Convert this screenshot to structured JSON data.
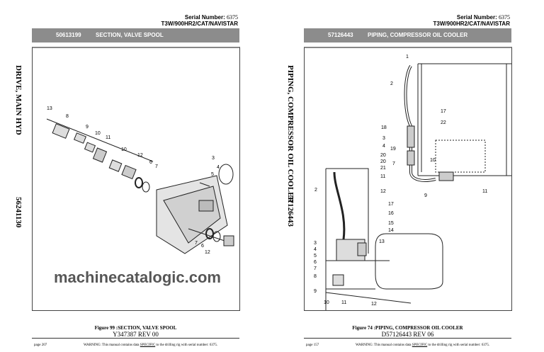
{
  "watermark": "machinecatalogic.com",
  "pages": [
    {
      "serial_label": "Serial Number:",
      "serial_value": "6375",
      "model": "T3W/900HR2/CAT/NAVISTAR",
      "part_number": "50613199",
      "title": "SECTION, VALVE SPOOL",
      "side_title": "DRIVE, MAIN HYD",
      "side_number": "56241130",
      "figure_caption": "Figure 99 :SECTION, VALVE SPOOL",
      "drawing_rev": "Y347387   REV 00",
      "page": "page 207",
      "warning_pre": "WARNING:  This manual contains data ",
      "warning_u": "SPECIFIC",
      "warning_post": " to the drilling rig with serial number: 6375.",
      "callouts": [
        "13",
        "8",
        "9",
        "10",
        "11",
        "10",
        "12",
        "6",
        "7",
        "3",
        "4",
        "5",
        "7",
        "6",
        "12"
      ]
    },
    {
      "serial_label": "Serial Number:",
      "serial_value": "6375",
      "model": "T3W/900HR2/CAT/NAVISTAR",
      "part_number": "57126443",
      "title": "PIPING, COMPRESSOR OIL COOLER",
      "side_title": "PIPING, COMPRESSOR OIL COOLER",
      "side_number": "57126443",
      "figure_caption": "Figure 74 :PIPING, COMPRESSOR OIL COOLER",
      "drawing_rev": "D57126443 REV 06",
      "page": "page 157",
      "warning_pre": "WARNING:  This manual contains data ",
      "warning_u": "SPECIFIC",
      "warning_post": " to the drilling rig with serial number: 6375.",
      "callouts": [
        "1",
        "2",
        "17",
        "22",
        "18",
        "3",
        "4",
        "19",
        "20",
        "20",
        "21",
        "7",
        "10",
        "11",
        "11",
        "2",
        "12",
        "9",
        "17",
        "16",
        "15",
        "14",
        "13",
        "3",
        "4",
        "5",
        "6",
        "7",
        "8",
        "9",
        "10",
        "11",
        "12"
      ]
    }
  ]
}
